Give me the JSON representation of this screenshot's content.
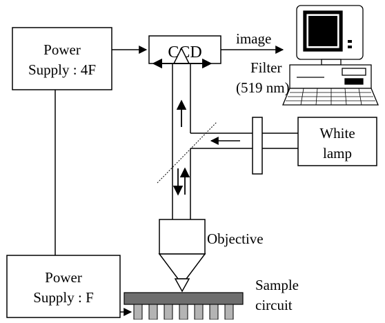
{
  "labels": {
    "power_supply_top_line1": "Power",
    "power_supply_top_line2": "Supply : 4F",
    "ccd": "CCD",
    "image": "image",
    "filter_line1": "Filter",
    "filter_line2": "(519 nm)",
    "white_lamp_line1": "White",
    "white_lamp_line2": "lamp",
    "objective": "Objective",
    "power_supply_bottom_line1": "Power",
    "power_supply_bottom_line2": "Supply : F",
    "sample_line1": "Sample",
    "sample_line2": "circuit"
  },
  "icons": [
    "computer-icon"
  ],
  "colors": {
    "line": "#000000",
    "sample_base": "#6e6e6e",
    "sample_pins": "#b4b4b4"
  }
}
